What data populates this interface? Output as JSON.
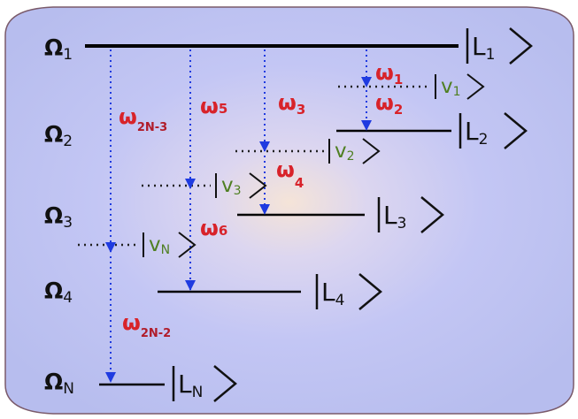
{
  "frequencies": [
    {
      "symbol": "Ω",
      "sub": "1"
    },
    {
      "symbol": "Ω",
      "sub": "2"
    },
    {
      "symbol": "Ω",
      "sub": "3"
    },
    {
      "symbol": "Ω",
      "sub": "4"
    },
    {
      "symbol": "Ω",
      "sub": "N"
    }
  ],
  "levels": [
    {
      "ket": "L",
      "sub": "1"
    },
    {
      "ket": "L",
      "sub": "2"
    },
    {
      "ket": "L",
      "sub": "3"
    },
    {
      "ket": "L",
      "sub": "4"
    },
    {
      "ket": "L",
      "sub": "N"
    }
  ],
  "virtual_states": [
    {
      "ket": "v",
      "sub": "1"
    },
    {
      "ket": "v",
      "sub": "2"
    },
    {
      "ket": "v",
      "sub": "3"
    },
    {
      "ket": "v",
      "sub": "N"
    }
  ],
  "transitions": [
    {
      "symbol": "ω",
      "sub": "1"
    },
    {
      "symbol": "ω",
      "sub": "2"
    },
    {
      "symbol": "ω",
      "sub": "3"
    },
    {
      "symbol": "ω",
      "sub": "4"
    },
    {
      "symbol": "ω",
      "sub": "5"
    },
    {
      "symbol": "ω",
      "sub": "6"
    },
    {
      "symbol": "ω",
      "sub": "2N-3"
    },
    {
      "symbol": "ω",
      "sub": "2N-2"
    }
  ],
  "colors": {
    "arrow": "#1f3be0",
    "level_line": "#000000",
    "transition_label": "#d8232a",
    "virtual_label": "#4f7f22",
    "background_center": "#f3e2dc",
    "background_edge": "#bfc3f2",
    "frame_border": "#7a5a6a"
  }
}
